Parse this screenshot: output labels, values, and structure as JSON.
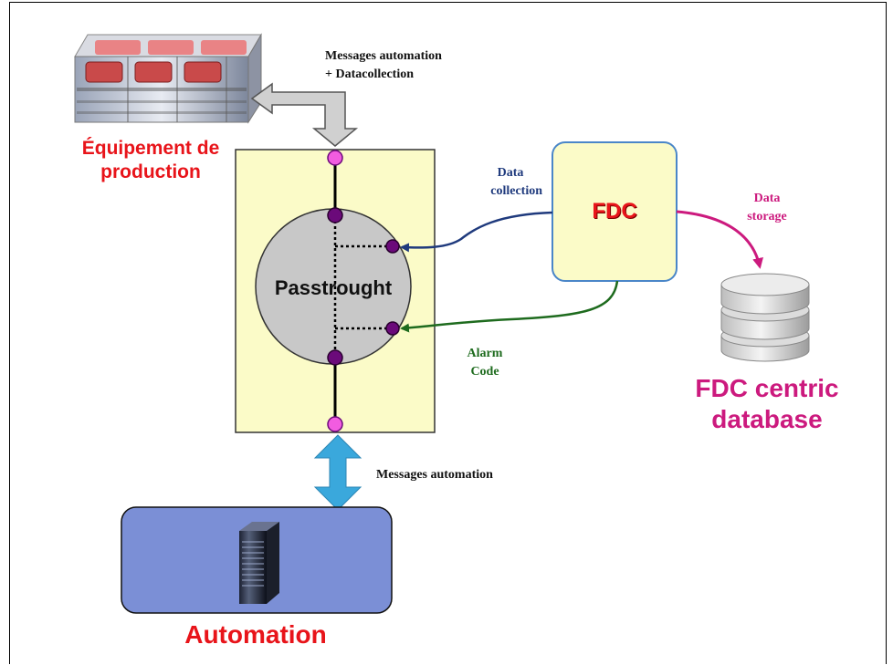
{
  "labels": {
    "equipment": "Équipement de production",
    "passthrough": "Passtrought",
    "fdc": "FDC",
    "database": "FDC centric database",
    "automation": "Automation",
    "msg_top_line1": "Messages automation",
    "msg_top_line2": "+ Datacollection",
    "msg_bottom": "Messages automation",
    "data_collection_line1": "Data",
    "data_collection_line2": "collection",
    "data_storage_line1": "Data",
    "data_storage_line2": "storage",
    "alarm_line1": "Alarm",
    "alarm_line2": "Code"
  },
  "colors": {
    "red_label": "#e8141a",
    "magenta": "#cc1a7e",
    "navy": "#1f3a7d",
    "green": "#1e6b1e",
    "passthrough_panel": "#fbfbc8",
    "fdc_box": "#fbfbc8",
    "automation_box": "#7b8fd6",
    "arrow_cyan": "#3aa8dc",
    "arrow_gray": "#d0d0d0",
    "node_pink": "#f25ce0",
    "node_purple": "#6b0a7a"
  }
}
